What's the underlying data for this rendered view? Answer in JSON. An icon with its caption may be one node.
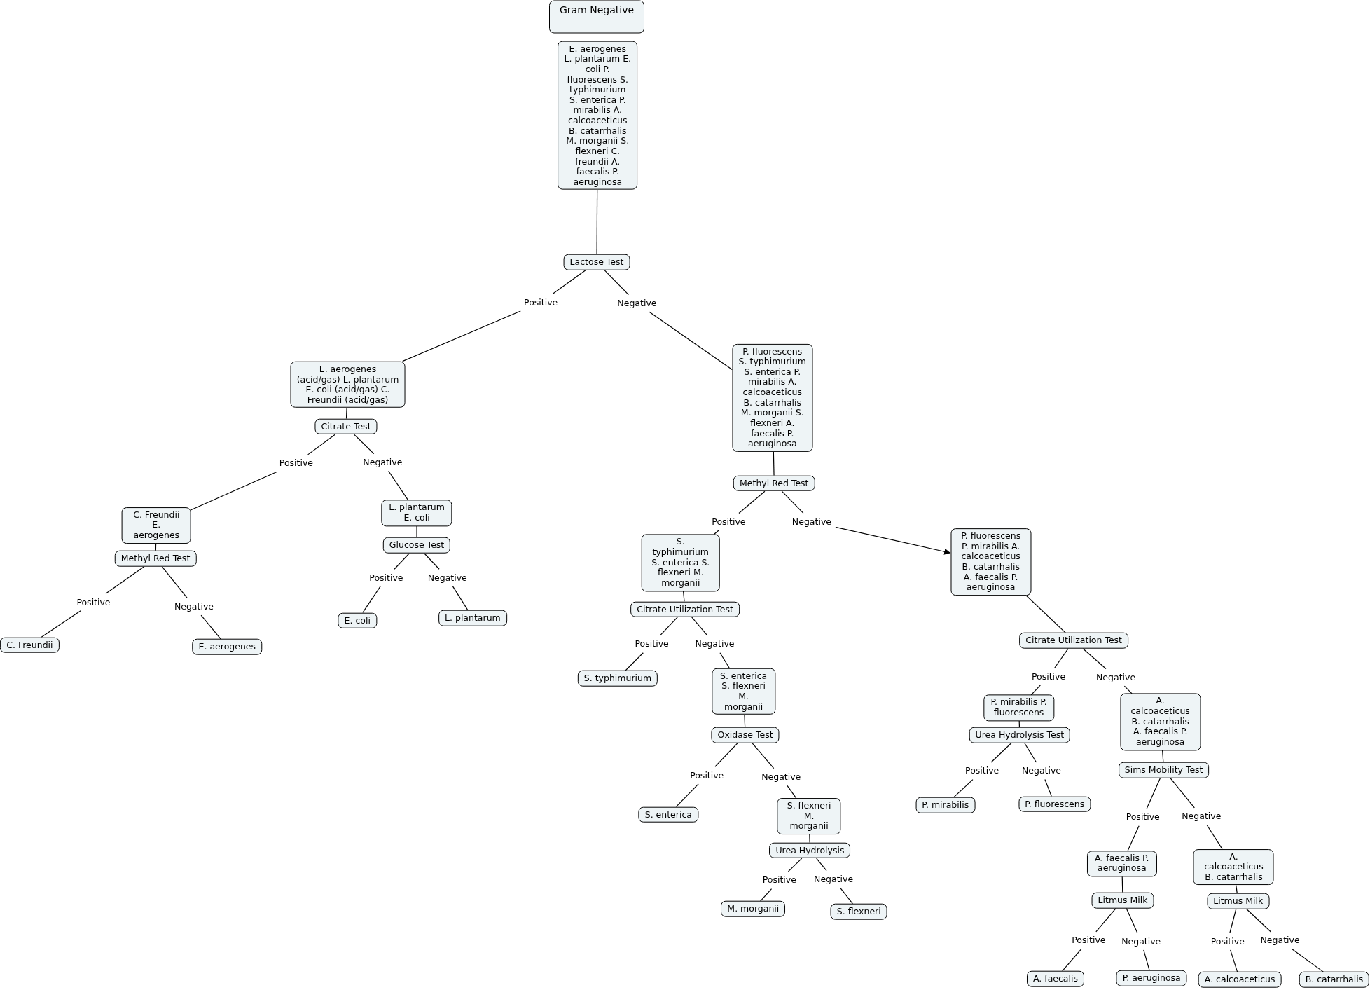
{
  "diagram": {
    "nodes": [
      {
        "text": [
          "Gram Negative"
        ]
      },
      {
        "text": [
          "E. aerogenes L. plantarum E. coli P. fluorescens S. typhimurium S. enterica P. mirabilis A. calcoaceticus B. catarrhalis M. morganii S. flexneri C. freundii A. faecalis P. aeruginosa"
        ]
      },
      {
        "text": [
          "Lactose Test"
        ]
      },
      {
        "text": [
          "Positive"
        ]
      },
      {
        "text": [
          "Negative"
        ]
      },
      {
        "text": [
          "E. aerogenes (acid/gas) L. plantarum E. coli (acid/gas) C. Freundii (acid/gas)"
        ]
      },
      {
        "text": [
          "Citrate Test"
        ]
      },
      {
        "text": [
          "Positive"
        ]
      },
      {
        "text": [
          "Negative"
        ]
      },
      {
        "text": [
          "C. Freundii E. aerogenes"
        ]
      },
      {
        "text": [
          "Methyl Red Test"
        ]
      },
      {
        "text": [
          "Positive"
        ]
      },
      {
        "text": [
          "Negative"
        ]
      },
      {
        "text": [
          "C. Freundii"
        ]
      },
      {
        "text": [
          "E. aerogenes"
        ]
      },
      {
        "text": [
          "L. plantarum E. coli"
        ]
      },
      {
        "text": [
          "Glucose Test"
        ]
      },
      {
        "text": [
          "Positive"
        ]
      },
      {
        "text": [
          "Negative"
        ]
      },
      {
        "text": [
          "E. coli"
        ]
      },
      {
        "text": [
          "L. plantarum"
        ]
      },
      {
        "text": [
          "P. fluorescens S. typhimurium S. enterica P. mirabilis A. calcoaceticus B. catarrhalis M. morganii S. flexneri A. faecalis P. aeruginosa"
        ]
      },
      {
        "text": [
          "Methyl Red Test"
        ]
      },
      {
        "text": [
          "Positive"
        ]
      },
      {
        "text": [
          "Negative"
        ]
      },
      {
        "text": [
          "S. typhimurium S. enterica S. flexneri M. morganii"
        ]
      },
      {
        "text": [
          "Citrate Utilization Test"
        ]
      },
      {
        "text": [
          "Positive"
        ]
      },
      {
        "text": [
          "Negative"
        ]
      },
      {
        "text": [
          "S. typhimurium"
        ]
      },
      {
        "text": [
          "S. enterica S. flexneri M. morganii"
        ]
      },
      {
        "text": [
          "Oxidase Test"
        ]
      },
      {
        "text": [
          "Positive"
        ]
      },
      {
        "text": [
          "Negative"
        ]
      },
      {
        "text": [
          "S. enterica"
        ]
      },
      {
        "text": [
          "S. flexneri M. morganii"
        ]
      },
      {
        "text": [
          "Urea Hydrolysis"
        ]
      },
      {
        "text": [
          "Positive"
        ]
      },
      {
        "text": [
          "Negative"
        ]
      },
      {
        "text": [
          "M. morganii"
        ]
      },
      {
        "text": [
          "S. flexneri"
        ]
      },
      {
        "text": [
          "P. fluorescens P. mirabilis A. calcoaceticus B. catarrhalis A. faecalis P. aeruginosa"
        ]
      },
      {
        "text": [
          "Citrate Utilization Test"
        ]
      },
      {
        "text": [
          "Positive"
        ]
      },
      {
        "text": [
          "Negative"
        ]
      },
      {
        "text": [
          "P. mirabilis P. fluorescens"
        ]
      },
      {
        "text": [
          "Urea Hydrolysis Test"
        ]
      },
      {
        "text": [
          "Positive"
        ]
      },
      {
        "text": [
          "Negative"
        ]
      },
      {
        "text": [
          "P. mirabilis"
        ]
      },
      {
        "text": [
          "P. fluorescens"
        ]
      },
      {
        "text": [
          "A. calcoaceticus B. catarrhalis A. faecalis P. aeruginosa"
        ]
      },
      {
        "text": [
          "Sims Mobility Test"
        ]
      },
      {
        "text": [
          "Positive"
        ]
      },
      {
        "text": [
          "Negative"
        ]
      },
      {
        "text": [
          "A. faecalis P. aeruginosa"
        ]
      },
      {
        "text": [
          "Litmus Milk"
        ]
      },
      {
        "text": [
          "Positive"
        ]
      },
      {
        "text": [
          "Negative"
        ]
      },
      {
        "text": [
          "A. faecalis"
        ]
      },
      {
        "text": [
          "P. aeruginosa"
        ]
      },
      {
        "text": [
          "A. calcoaceticus B. catarrhalis"
        ]
      },
      {
        "text": [
          "Litmus Milk"
        ]
      },
      {
        "text": [
          "Positive"
        ]
      },
      {
        "text": [
          "Negative"
        ]
      },
      {
        "text": [
          "A. calcoaceticus"
        ]
      },
      {
        "text": [
          "B. catarrhalis"
        ]
      }
    ],
    "edges": [
      {
        "from": 1,
        "to": 2,
        "arrow": "none"
      },
      {
        "from": 2,
        "to": 3,
        "arrow": "none"
      },
      {
        "from": 3,
        "to": 5,
        "arrow": "none"
      },
      {
        "from": 2,
        "to": 4,
        "arrow": "none"
      },
      {
        "from": 4,
        "to": 21,
        "arrow": "none"
      },
      {
        "from": 5,
        "to": 6,
        "arrow": "none"
      },
      {
        "from": 6,
        "to": 7,
        "arrow": "none"
      },
      {
        "from": 7,
        "to": 9,
        "arrow": "none"
      },
      {
        "from": 6,
        "to": 8,
        "arrow": "none"
      },
      {
        "from": 8,
        "to": 15,
        "arrow": "none"
      },
      {
        "from": 9,
        "to": 10,
        "arrow": "none"
      },
      {
        "from": 10,
        "to": 11,
        "arrow": "none"
      },
      {
        "from": 11,
        "to": 13,
        "arrow": "none"
      },
      {
        "from": 10,
        "to": 12,
        "arrow": "none"
      },
      {
        "from": 12,
        "to": 14,
        "arrow": "none"
      },
      {
        "from": 15,
        "to": 16,
        "arrow": "none"
      },
      {
        "from": 16,
        "to": 17,
        "arrow": "none"
      },
      {
        "from": 17,
        "to": 19,
        "arrow": "none"
      },
      {
        "from": 16,
        "to": 18,
        "arrow": "none"
      },
      {
        "from": 18,
        "to": 20,
        "arrow": "none"
      },
      {
        "from": 21,
        "to": 22,
        "arrow": "none"
      },
      {
        "from": 22,
        "to": 23,
        "arrow": "none"
      },
      {
        "from": 23,
        "to": 25,
        "arrow": "none"
      },
      {
        "from": 22,
        "to": 24,
        "arrow": "none"
      },
      {
        "from": 24,
        "to": 41,
        "arrow": "to"
      },
      {
        "from": 25,
        "to": 26,
        "arrow": "none"
      },
      {
        "from": 26,
        "to": 27,
        "arrow": "none"
      },
      {
        "from": 27,
        "to": 29,
        "arrow": "none"
      },
      {
        "from": 26,
        "to": 28,
        "arrow": "none"
      },
      {
        "from": 28,
        "to": 30,
        "arrow": "none"
      },
      {
        "from": 30,
        "to": 31,
        "arrow": "none"
      },
      {
        "from": 31,
        "to": 32,
        "arrow": "none"
      },
      {
        "from": 32,
        "to": 34,
        "arrow": "none"
      },
      {
        "from": 31,
        "to": 33,
        "arrow": "none"
      },
      {
        "from": 33,
        "to": 35,
        "arrow": "none"
      },
      {
        "from": 35,
        "to": 36,
        "arrow": "none"
      },
      {
        "from": 36,
        "to": 37,
        "arrow": "none"
      },
      {
        "from": 37,
        "to": 39,
        "arrow": "none"
      },
      {
        "from": 36,
        "to": 38,
        "arrow": "none"
      },
      {
        "from": 38,
        "to": 40,
        "arrow": "none"
      },
      {
        "from": 41,
        "to": 42,
        "arrow": "none"
      },
      {
        "from": 42,
        "to": 43,
        "arrow": "none"
      },
      {
        "from": 43,
        "to": 45,
        "arrow": "none"
      },
      {
        "from": 42,
        "to": 44,
        "arrow": "none"
      },
      {
        "from": 44,
        "to": 51,
        "arrow": "none"
      },
      {
        "from": 45,
        "to": 46,
        "arrow": "none"
      },
      {
        "from": 46,
        "to": 47,
        "arrow": "none"
      },
      {
        "from": 47,
        "to": 49,
        "arrow": "none"
      },
      {
        "from": 46,
        "to": 48,
        "arrow": "none"
      },
      {
        "from": 48,
        "to": 50,
        "arrow": "none"
      },
      {
        "from": 51,
        "to": 52,
        "arrow": "none"
      },
      {
        "from": 52,
        "to": 53,
        "arrow": "none"
      },
      {
        "from": 53,
        "to": 55,
        "arrow": "none"
      },
      {
        "from": 52,
        "to": 54,
        "arrow": "none"
      },
      {
        "from": 54,
        "to": 61,
        "arrow": "none"
      },
      {
        "from": 55,
        "to": 56,
        "arrow": "none"
      },
      {
        "from": 56,
        "to": 57,
        "arrow": "none"
      },
      {
        "from": 57,
        "to": 59,
        "arrow": "none"
      },
      {
        "from": 56,
        "to": 58,
        "arrow": "none"
      },
      {
        "from": 58,
        "to": 60,
        "arrow": "none"
      },
      {
        "from": 61,
        "to": 62,
        "arrow": "none"
      },
      {
        "from": 62,
        "to": 63,
        "arrow": "none"
      },
      {
        "from": 63,
        "to": 65,
        "arrow": "none"
      },
      {
        "from": 62,
        "to": 64,
        "arrow": "none"
      },
      {
        "from": 64,
        "to": 66,
        "arrow": "none"
      }
    ]
  }
}
